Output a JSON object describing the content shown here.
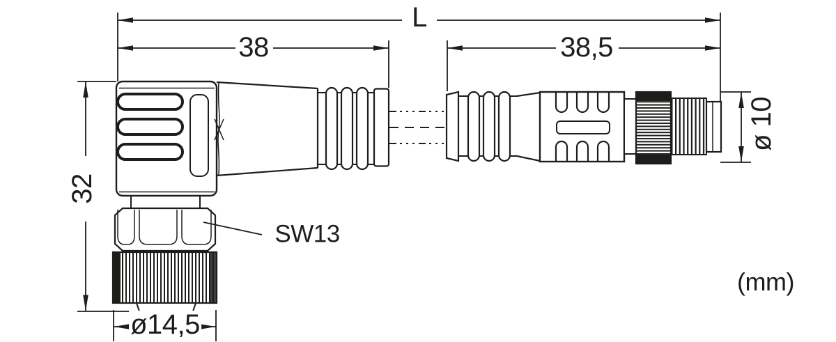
{
  "drawing": {
    "title": "connector-cable-dimension-drawing",
    "colors": {
      "line": "#1d1d1b",
      "background": "#ffffff"
    },
    "units_note": "(mm)",
    "dimensions": {
      "overall_length_label": "L",
      "left_connector_length": "38",
      "right_connector_length": "38,5",
      "left_connector_height": "32",
      "right_connector_diameter": "ø 10",
      "left_connector_wrench_size": "SW13",
      "left_connector_coupling_diameter": "ø14,5"
    }
  }
}
